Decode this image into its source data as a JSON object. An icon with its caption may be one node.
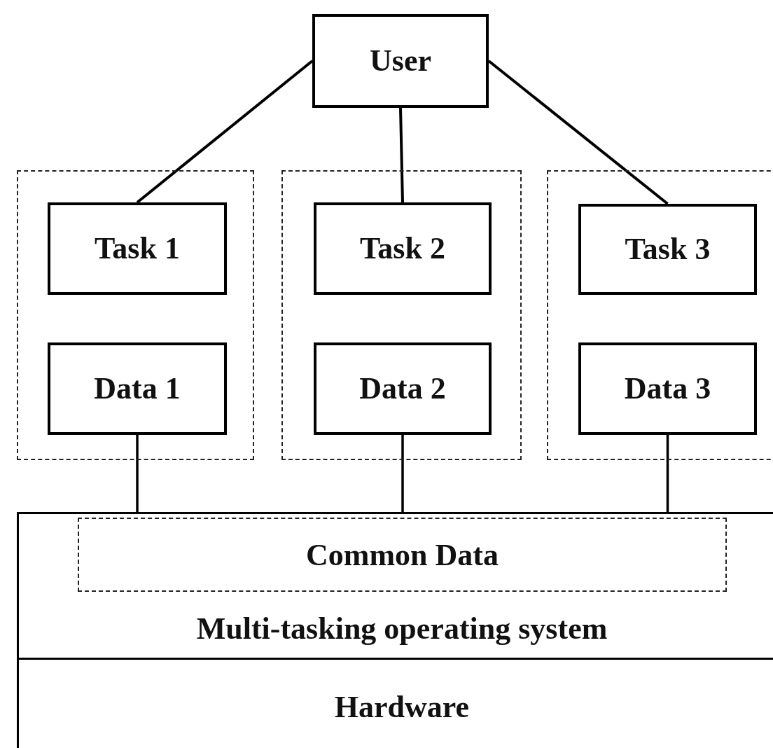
{
  "diagram": {
    "nodes": [
      {
        "text": [
          "User"
        ]
      },
      {
        "text": [],
        "shape": "box"
      },
      {
        "text": [
          "Task 1"
        ],
        "in": 1
      },
      {
        "text": [
          "Data 1"
        ],
        "in": 1
      },
      {
        "text": [],
        "shape": "box"
      },
      {
        "text": [
          "Task 2"
        ],
        "in": 4
      },
      {
        "text": [
          "Data 2"
        ],
        "in": 4
      },
      {
        "text": [],
        "shape": "box"
      },
      {
        "text": [
          "Task 3"
        ],
        "in": 7
      },
      {
        "text": [
          "Data 3"
        ],
        "in": 7
      },
      {
        "text": [
          "Multi-tasking operating system"
        ]
      },
      {
        "text": [
          "Common Data"
        ],
        "in": 10
      },
      {
        "text": [
          "Hardware"
        ]
      }
    ],
    "edges": [
      {
        "from": 0,
        "to": 2,
        "arrow": "none"
      },
      {
        "from": 0,
        "to": 5,
        "arrow": "none"
      },
      {
        "from": 0,
        "to": 8,
        "arrow": "none"
      },
      {
        "from": 3,
        "to": 10,
        "arrow": "none"
      },
      {
        "from": 6,
        "to": 10,
        "arrow": "none"
      },
      {
        "from": 9,
        "to": 10,
        "arrow": "none"
      }
    ]
  }
}
